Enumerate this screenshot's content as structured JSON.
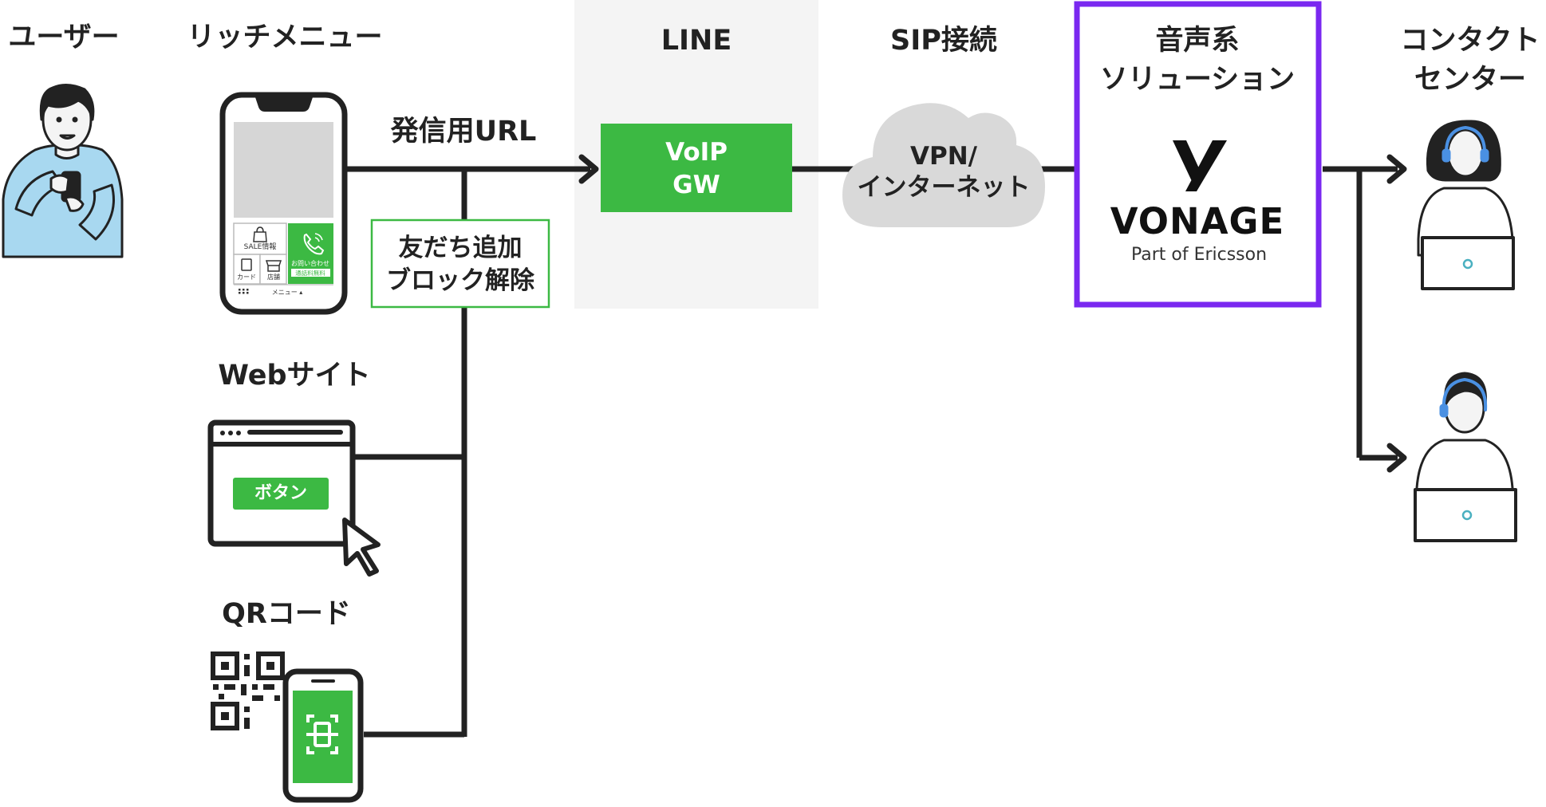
{
  "columns": {
    "user": "ユーザー",
    "rich_menu": "リッチメニュー",
    "line": "LINE",
    "sip": "SIP接続",
    "voice_line1": "音声系",
    "voice_line2": "ソリューション",
    "contact_line1": "コンタクト",
    "contact_line2": "センター"
  },
  "edges": {
    "outgoing_url": "発信用URL",
    "friend_line1": "友だち追加",
    "friend_line2": "ブロック解除"
  },
  "nodes": {
    "voip_line1": "VoIP",
    "voip_line2": "GW",
    "cloud_line1": "VPN/",
    "cloud_line2": "インターネット",
    "vonage_name": "VONAGE",
    "vonage_sub": "Part of Ericsson"
  },
  "phone_menu": {
    "sale": "SALE情報",
    "card": "カード",
    "store": "店舗",
    "inquiry": "お問い合わせ",
    "free_call": "通話料無料",
    "menu": "メニュー ▴"
  },
  "sources": {
    "website": "Webサイト",
    "button": "ボタン",
    "qr": "QRコード"
  },
  "colors": {
    "green": "#3cb943",
    "purple": "#7a28f0",
    "line_gray_bg": "#f4f4f4",
    "cloud_gray": "#d9d9d9",
    "stroke": "#222222",
    "screen_gray": "#d6d6d6",
    "skin": "#f4f4f4",
    "shirt_blue": "#a8d8f0"
  },
  "icons": [
    "user-illustration",
    "smartphone-icon",
    "browser-window-icon",
    "cursor-icon",
    "qr-code-icon",
    "qr-phone-icon",
    "scan-icon",
    "phone-call-icon",
    "shopping-bag-icon",
    "card-icon",
    "store-icon",
    "keypad-icon",
    "cloud-icon",
    "vonage-logo-icon",
    "operator-icon"
  ]
}
